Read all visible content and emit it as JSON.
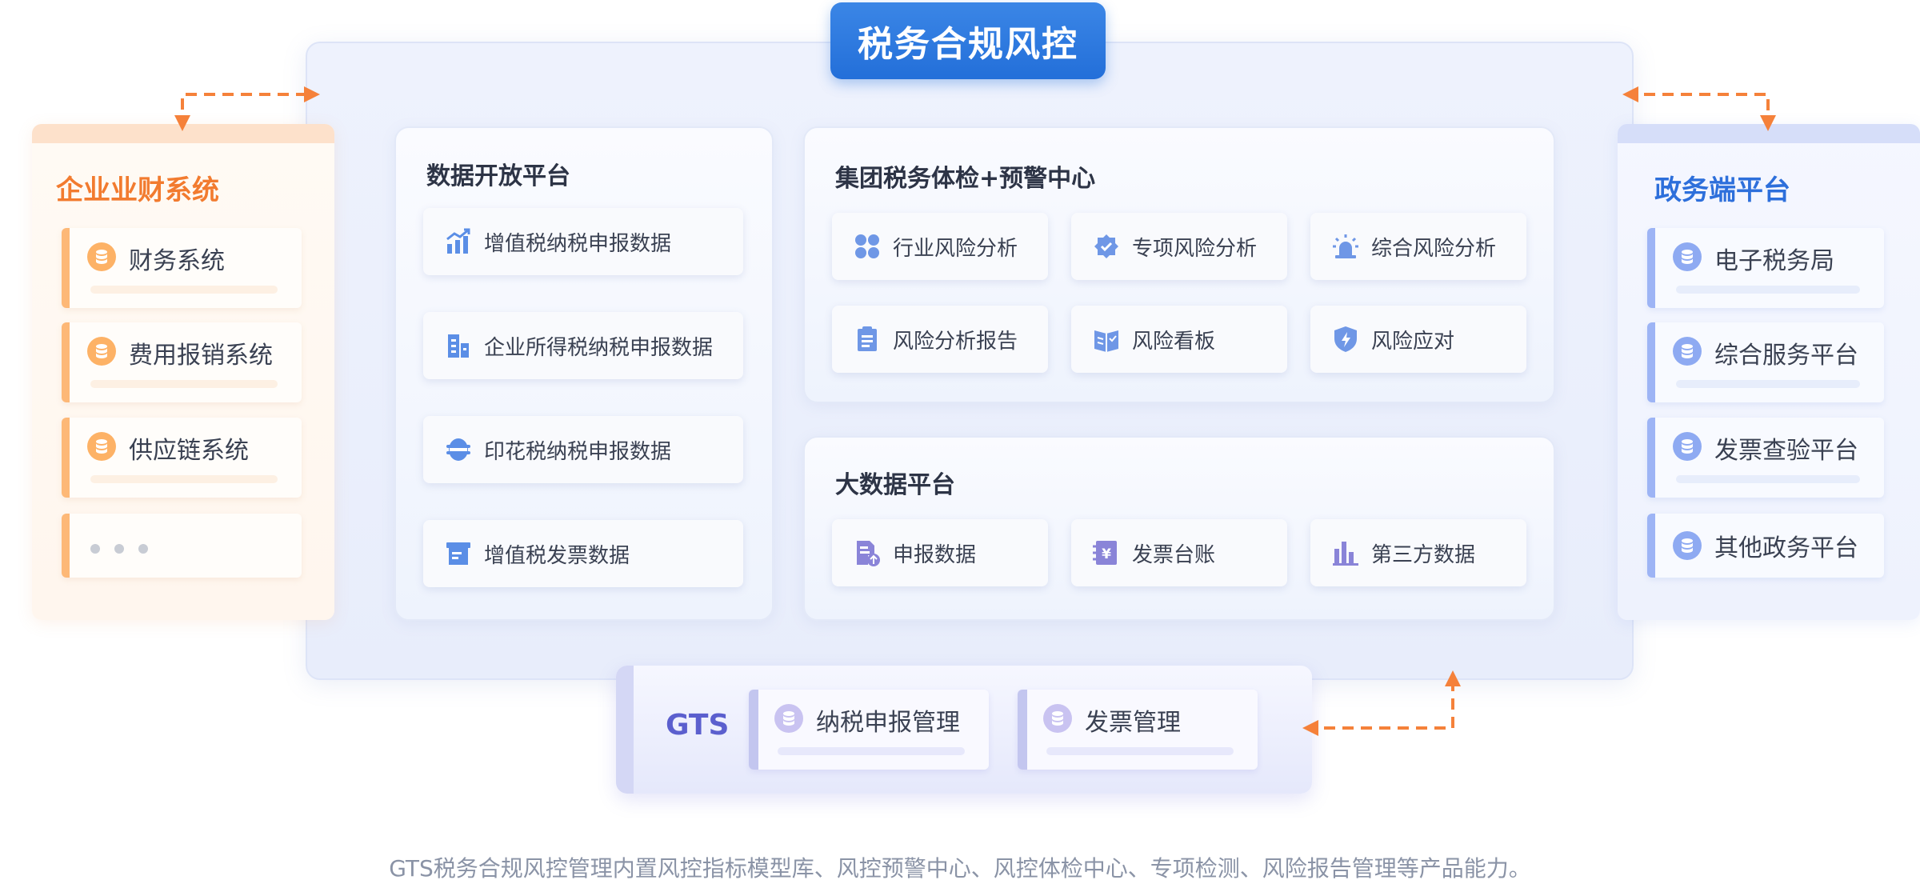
{
  "main": {
    "title": "税务合规风控"
  },
  "enterprise": {
    "title": "企业业财系统",
    "items": [
      {
        "label": "财务系统",
        "icon": "database-icon"
      },
      {
        "label": "费用报销系统",
        "icon": "database-icon"
      },
      {
        "label": "供应链系统",
        "icon": "database-icon"
      }
    ],
    "more_icon": "ellipsis-icon"
  },
  "data_open": {
    "title": "数据开放平台",
    "items": [
      {
        "label": "增值税纳税申报数据",
        "icon": "rising-chart-icon"
      },
      {
        "label": "企业所得税纳税申报数据",
        "icon": "building-icon"
      },
      {
        "label": "印花税纳税申报数据",
        "icon": "stamp-icon"
      },
      {
        "label": "增值税发票数据",
        "icon": "invoice-icon"
      }
    ]
  },
  "checkup": {
    "title": "集团税务体检+预警中心",
    "items": [
      {
        "label": "行业风险分析",
        "icon": "grid-icon"
      },
      {
        "label": "专项风险分析",
        "icon": "chip-check-icon"
      },
      {
        "label": "综合风险分析",
        "icon": "alarm-icon"
      },
      {
        "label": "风险分析报告",
        "icon": "clipboard-icon"
      },
      {
        "label": "风险看板",
        "icon": "book-icon"
      },
      {
        "label": "风险应对",
        "icon": "shield-bolt-icon"
      }
    ]
  },
  "bigdata": {
    "title": "大数据平台",
    "items": [
      {
        "label": "申报数据",
        "icon": "file-upload-icon"
      },
      {
        "label": "发票台账",
        "icon": "yen-ledger-icon"
      },
      {
        "label": "第三方数据",
        "icon": "bar-chart-icon"
      }
    ]
  },
  "government": {
    "title": "政务端平台",
    "items": [
      {
        "label": "电子税务局",
        "icon": "database-icon"
      },
      {
        "label": "综合服务平台",
        "icon": "database-icon"
      },
      {
        "label": "发票查验平台",
        "icon": "database-icon"
      },
      {
        "label": "其他政务平台",
        "icon": "database-icon"
      }
    ]
  },
  "gts": {
    "name": "GTS",
    "items": [
      {
        "label": "纳税申报管理",
        "icon": "database-icon"
      },
      {
        "label": "发票管理",
        "icon": "database-icon"
      }
    ]
  },
  "caption": "GTS税务合规风控管理内置风控指标模型库、风控预警中心、风控体检中心、专项检测、风险报告管理等产品能力。",
  "colors": {
    "brand_blue": "#236fd9",
    "enterprise_orange": "#f27b2f",
    "gts_purple": "#5b5fce",
    "connector_orange": "#f5813a"
  }
}
